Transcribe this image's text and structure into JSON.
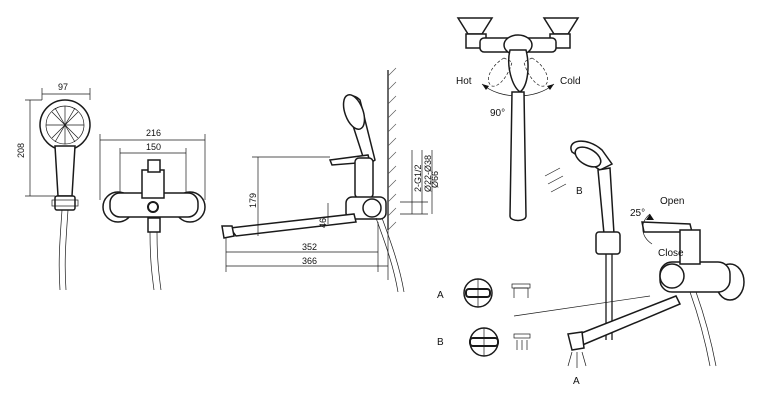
{
  "handshower_dims": {
    "width": "97",
    "height": "208"
  },
  "front_dims": {
    "outer": "216",
    "inner": "150"
  },
  "side_dims": {
    "height": "179",
    "offset": "46",
    "spout_inner": "352",
    "spout_outer": "366",
    "thread1": "2-G1/2",
    "thread2": "Ø22-Ø38",
    "thread3": "Ø66"
  },
  "top_view": {
    "hot": "Hot",
    "cold": "Cold",
    "angle": "90°"
  },
  "usage": {
    "open": "Open",
    "close": "Close",
    "angle": "25°",
    "label_b": "B",
    "label_a": "A"
  },
  "modes": [
    {
      "label": "A"
    },
    {
      "label": "B"
    }
  ]
}
